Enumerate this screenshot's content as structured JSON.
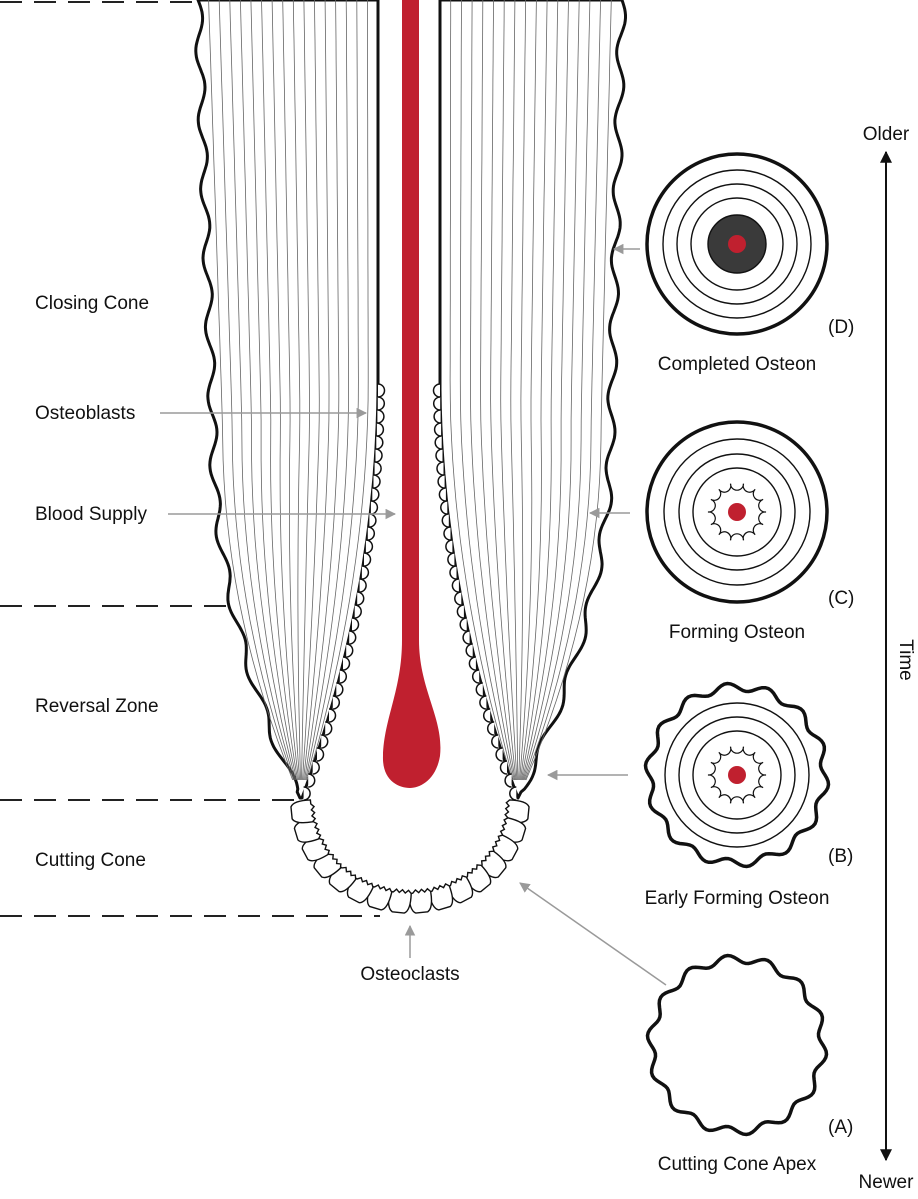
{
  "zones": {
    "closing_cone": "Closing Cone",
    "osteoblasts": "Osteoblasts",
    "blood_supply": "Blood Supply",
    "reversal_zone": "Reversal Zone",
    "cutting_cone": "Cutting Cone",
    "osteoclasts": "Osteoclasts"
  },
  "stages": [
    {
      "letter": "(D)",
      "name": "Completed Osteon"
    },
    {
      "letter": "(C)",
      "name": "Forming Osteon"
    },
    {
      "letter": "(B)",
      "name": "Early Forming Osteon"
    },
    {
      "letter": "(A)",
      "name": "Cutting Cone Apex"
    }
  ],
  "time_axis": {
    "top": "Older",
    "label": "Time",
    "bottom": "Newer"
  },
  "colors": {
    "blood": "#c0202f",
    "canal_dark": "#3a3a3a",
    "arrow": "#9a9a9a",
    "line": "#111111"
  }
}
